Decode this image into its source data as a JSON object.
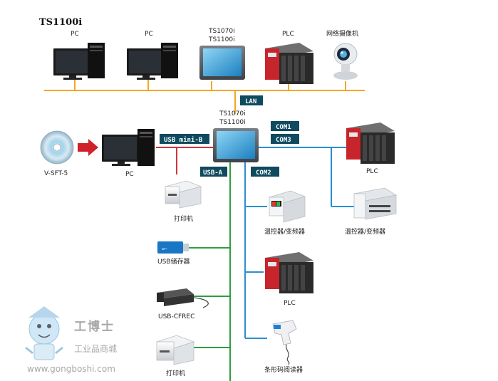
{
  "title": "TS1100i",
  "top_devices": {
    "pc1": "PC",
    "pc2": "PC",
    "hmi_line1": "TS1070i",
    "hmi_line2": "TS1100i",
    "plc": "PLC",
    "camera": "网络摄像机"
  },
  "lan_tag": "LAN",
  "center_hmi": {
    "line1": "TS1070i",
    "line2": "TS1100i"
  },
  "left": {
    "software": "V-SFT-5",
    "pc": "PC",
    "usb_minib_tag": "USB mini-B",
    "usba_tag": "USB-A",
    "printer1": "打印机",
    "usb_storage": "USB储存器",
    "cfrec": "USB-CFREC",
    "printer2": "打印机"
  },
  "right": {
    "com1_tag": "COM1",
    "com3_tag": "COM3",
    "com2_tag": "COM2",
    "plc_right": "PLC",
    "temp_right": "温控器/变频器",
    "temp_mid": "温控器/变频器",
    "plc_mid": "PLC",
    "barcode": "条形码阅读器"
  },
  "watermark": {
    "brand": "工博士",
    "subtitle": "工业品商城",
    "url": "www.gongboshi.com"
  },
  "colors": {
    "lan_line": "#f5a623",
    "usb_line": "#2e9e3e",
    "serial_line": "#2a8fd0",
    "minib_line": "#d0343a",
    "tag_bg": "#0f4a5e"
  }
}
